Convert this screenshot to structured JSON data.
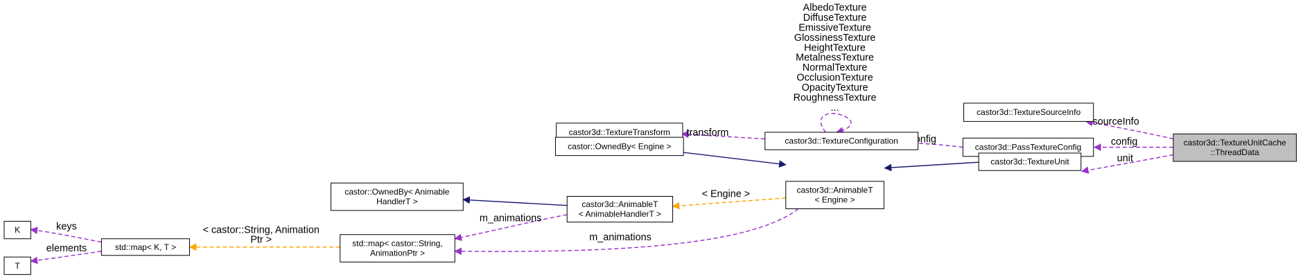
{
  "colors": {
    "member_edge": "#9a32cd",
    "inherit_edge": "#191970",
    "template_edge": "#ffa500",
    "highlight_fill": "#bfbfbf",
    "node_border": "#000000"
  },
  "nodes": [
    {
      "id": "thread-data",
      "lines": [
        "castor3d::TextureUnitCache",
        "::ThreadData"
      ],
      "highlight": true
    },
    {
      "id": "texture-source-info",
      "lines": [
        "castor3d::TextureSourceInfo"
      ]
    },
    {
      "id": "pass-texture-config",
      "lines": [
        "castor3d::PassTextureConfig"
      ]
    },
    {
      "id": "texture-unit",
      "lines": [
        "castor3d::TextureUnit"
      ]
    },
    {
      "id": "texture-configuration",
      "lines": [
        "castor3d::TextureConfiguration"
      ]
    },
    {
      "id": "texture-transform",
      "lines": [
        "castor3d::TextureTransform"
      ]
    },
    {
      "id": "owned-by-engine",
      "lines": [
        "castor::OwnedBy< Engine >"
      ]
    },
    {
      "id": "animable-engine",
      "lines": [
        "castor3d::AnimableT",
        "< Engine >"
      ]
    },
    {
      "id": "owned-by-animable",
      "lines": [
        "castor::OwnedBy< Animable",
        "HandlerT >"
      ]
    },
    {
      "id": "animable-handler",
      "lines": [
        "castor3d::AnimableT",
        "< AnimableHandlerT >"
      ]
    },
    {
      "id": "std-map-string",
      "lines": [
        "std::map< castor::String,",
        "AnimationPtr >"
      ]
    },
    {
      "id": "std-map-kt",
      "lines": [
        "std::map< K, T >"
      ]
    },
    {
      "id": "k-param",
      "lines": [
        "K"
      ]
    },
    {
      "id": "t-param",
      "lines": [
        "T"
      ]
    }
  ],
  "edges": [
    {
      "id": "source-info",
      "label": [
        "sourceInfo"
      ],
      "kind": "member"
    },
    {
      "id": "pass-config",
      "label": [
        "config"
      ],
      "kind": "member"
    },
    {
      "id": "unit",
      "label": [
        "unit"
      ],
      "kind": "member"
    },
    {
      "id": "texture-config",
      "label": [
        "config"
      ],
      "kind": "member"
    },
    {
      "id": "transform",
      "label": [
        "transform"
      ],
      "kind": "member"
    },
    {
      "id": "self-loop",
      "label": [
        "AlbedoTexture",
        "DiffuseTexture",
        "EmissiveTexture",
        "GlossinessTexture",
        "HeightTexture",
        "MetalnessTexture",
        "NormalTexture",
        "OcclusionTexture",
        "OpacityTexture",
        "RoughnessTexture",
        "..."
      ],
      "kind": "member"
    },
    {
      "id": "animable-to-unit",
      "label": [],
      "kind": "inherit"
    },
    {
      "id": "ownedby-to-animable",
      "label": [],
      "kind": "inherit"
    },
    {
      "id": "ownedby-to-handler",
      "label": [],
      "kind": "inherit"
    },
    {
      "id": "engine-template",
      "label": [
        "< Engine >"
      ],
      "kind": "template"
    },
    {
      "id": "m-animations-handler",
      "label": [
        "m_animations"
      ],
      "kind": "member"
    },
    {
      "id": "m-animations-engine",
      "label": [
        "m_animations"
      ],
      "kind": "member"
    },
    {
      "id": "map-template",
      "label": [
        "< castor::String, Animation",
        "Ptr >"
      ],
      "kind": "template"
    },
    {
      "id": "keys",
      "label": [
        "keys"
      ],
      "kind": "member"
    },
    {
      "id": "elements",
      "label": [
        "elements"
      ],
      "kind": "member"
    }
  ]
}
